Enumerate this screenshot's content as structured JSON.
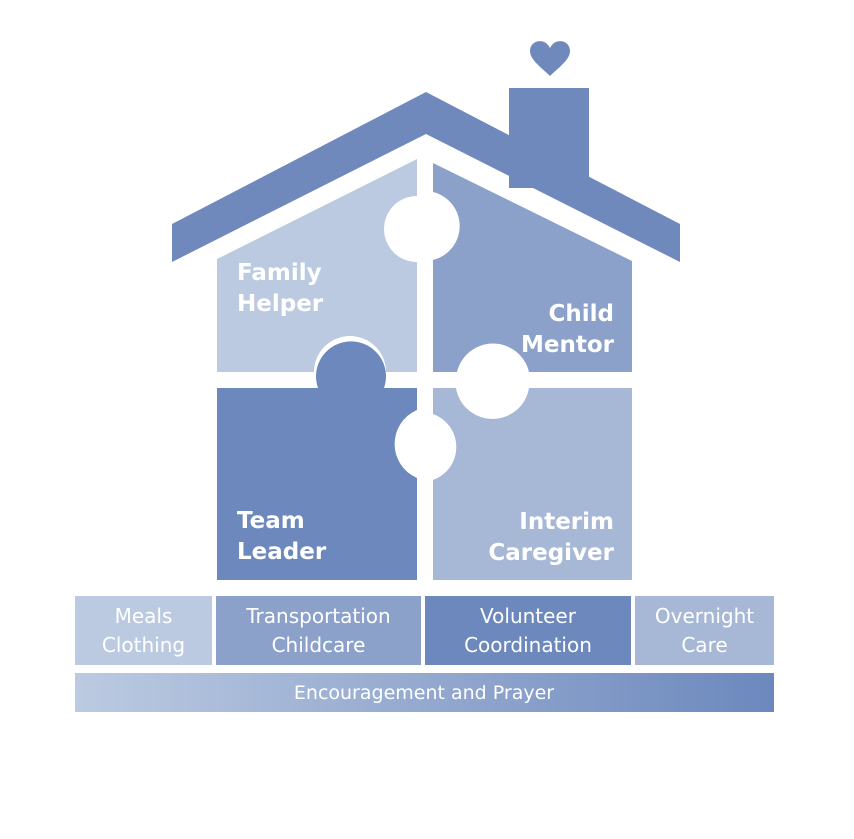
{
  "house": {
    "colors": {
      "roof": "#7089bc",
      "piece_family_helper": "#bccae1",
      "piece_child_mentor": "#8ba1ca",
      "piece_team_leader": "#6c88bd",
      "piece_interim_caregiver": "#a7b8d6"
    },
    "icons": [
      "heart-icon",
      "chimney",
      "roof"
    ],
    "pieces": {
      "family_helper": {
        "line1": "Family",
        "line2": "Helper"
      },
      "child_mentor": {
        "line1": "Child",
        "line2": "Mentor"
      },
      "team_leader": {
        "line1": "Team",
        "line2": "Leader"
      },
      "interim_caregiver": {
        "line1": "Interim",
        "line2": "Caregiver"
      }
    }
  },
  "foundation": {
    "blocks": [
      {
        "line1": "Meals",
        "line2": "Clothing",
        "color": "#bccae1"
      },
      {
        "line1": "Transportation",
        "line2": "Childcare",
        "color": "#8ba1ca"
      },
      {
        "line1": "Volunteer",
        "line2": "Coordination",
        "color": "#6c88bd"
      },
      {
        "line1": "Overnight",
        "line2": "Care",
        "color": "#a7b8d6"
      }
    ],
    "base": {
      "label": "Encouragement and Prayer",
      "gradient_start": "#bccae1",
      "gradient_end": "#6c88bd"
    }
  }
}
